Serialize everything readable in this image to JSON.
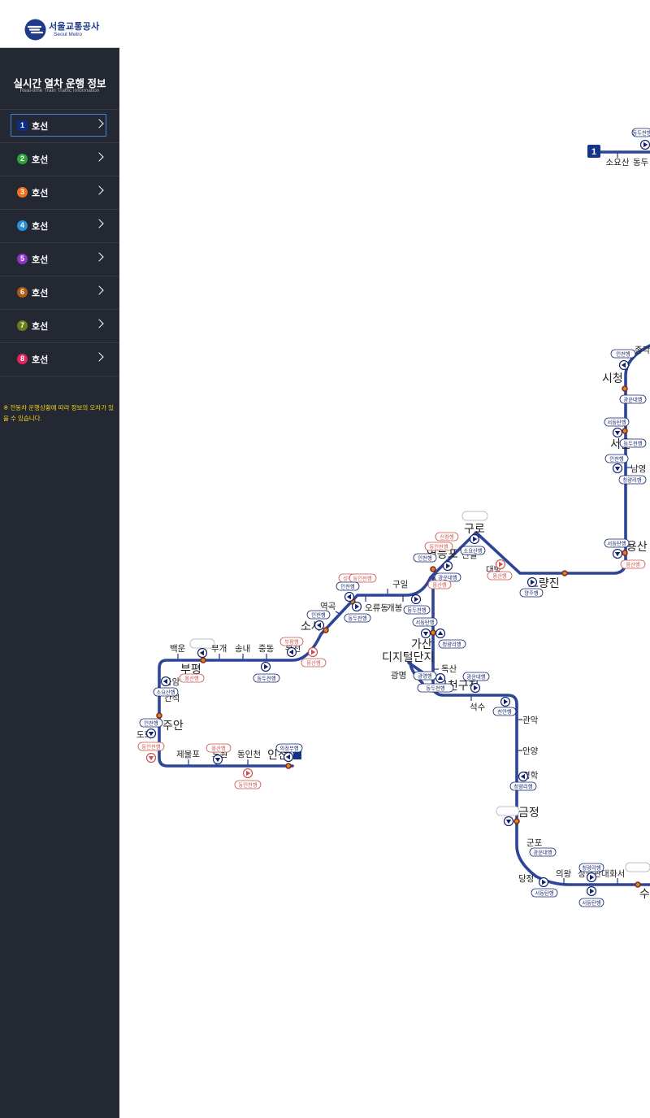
{
  "brand": {
    "name_ko": "서울교통공사",
    "name_en": "Seoul Metro"
  },
  "sidebar": {
    "title_ko": "실시간 열차 운행 정보",
    "title_en": "Real-time Train Traffic Information",
    "lines": [
      {
        "num": "1",
        "label": "호선",
        "color": "#0d2d8a",
        "active": true
      },
      {
        "num": "2",
        "label": "호선",
        "color": "#2fa33b"
      },
      {
        "num": "3",
        "label": "호선",
        "color": "#ee6f1d"
      },
      {
        "num": "4",
        "label": "호선",
        "color": "#2a8fd6"
      },
      {
        "num": "5",
        "label": "호선",
        "color": "#8f34c9"
      },
      {
        "num": "6",
        "label": "호선",
        "color": "#b05c19"
      },
      {
        "num": "7",
        "label": "호선",
        "color": "#6c7b1c"
      },
      {
        "num": "8",
        "label": "호선",
        "color": "#e3245e"
      }
    ],
    "notice": "※ 전동차 운행상황에 따라 정보의 오차가 있을 수 있습니다."
  },
  "map": {
    "line_color": "#2c4596",
    "line_badge": "1",
    "stations": {
      "soyosan": "소요산",
      "dongducheon": "동두",
      "jonggak": "종각",
      "cityhall": "시청",
      "seoulstation": "서울",
      "namyeong": "남영",
      "yongsan": "용산",
      "noryangjin": "노량진",
      "daebang": "대방",
      "singil": "신길",
      "yeongdeungpo": "영등포",
      "guro": "구로",
      "guil": "구일",
      "gaebong": "개봉",
      "oryudong": "오류동",
      "yeokgok": "역곡",
      "sosa": "소사",
      "bucheon": "부천",
      "jungdong": "중동",
      "songnae": "송내",
      "bugae": "부개",
      "bupyeong": "부평",
      "baegun": "백운",
      "dongam": "동암",
      "ganseok": "간석",
      "juan": "주안",
      "dohwa": "도화",
      "jemulpo": "제물포",
      "dowon": "도원",
      "dongincheon": "동인천",
      "incheon": "인천",
      "gasan": "가산",
      "digital": "디지털단지",
      "doksan": "독산",
      "geumcheongu": "금천구청",
      "gwangmyeong": "광명",
      "seoksu": "석수",
      "gwanak": "관악",
      "anyang": "안양",
      "myeonghak": "명학",
      "geumjeong": "금정",
      "gunpo": "군포",
      "dangjeong": "당정",
      "uiwang": "의왕",
      "sungkyunkwan": "성균관대",
      "hwaseo": "화서",
      "suwon": "수"
    },
    "destinations": {
      "incheon": "인천행",
      "dongducheon": "동두천행",
      "gwangun": "광운대행",
      "seodongtan": "서동탄행",
      "cheongnyangni": "청량리행",
      "yongsan": "용산행",
      "soyosan": "소요산행",
      "yangju": "양주행",
      "dongincheon": "동인천행",
      "sinchang": "신창행",
      "cheonan": "천안행",
      "uijeongbu": "의정부행",
      "gwangmyeong": "광명행",
      "dongducheon_express": "동두천행",
      "seongbuk": "성북행",
      "bupyeong": "부평행"
    }
  }
}
